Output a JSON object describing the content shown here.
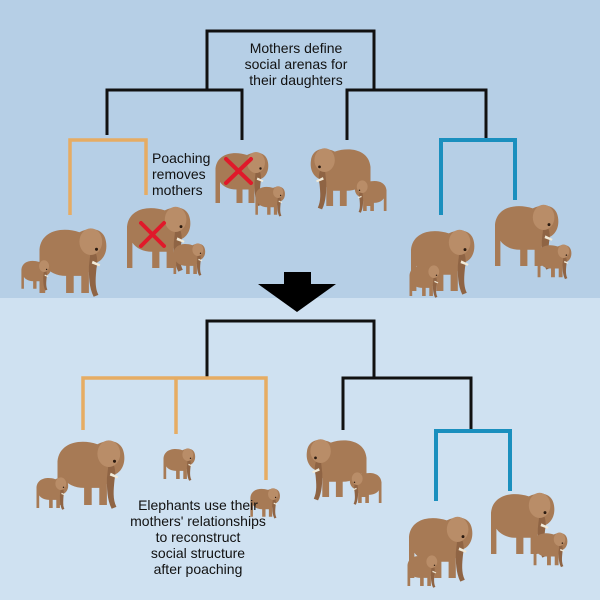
{
  "top_panel": {
    "caption_lines": [
      "Mothers define",
      "social arenas for",
      "their daughters"
    ],
    "poaching_lines": [
      "Poaching",
      "removes",
      "mothers"
    ]
  },
  "bottom_panel": {
    "caption_lines": [
      "Elephants use their",
      "mothers' relationships",
      "to reconstruct",
      "social structure",
      "after poaching"
    ]
  },
  "colors": {
    "top_background": "#b6cfe6",
    "bottom_background": "#cfe1f1",
    "tree_black": "#111111",
    "branch_orange": "#e6ac63",
    "branch_blue": "#1a8fbe",
    "removed_mark": "#e0192a",
    "arrow": "#000000"
  },
  "icons": [
    "elephant-icon",
    "cross-mark-icon",
    "down-arrow-icon"
  ]
}
